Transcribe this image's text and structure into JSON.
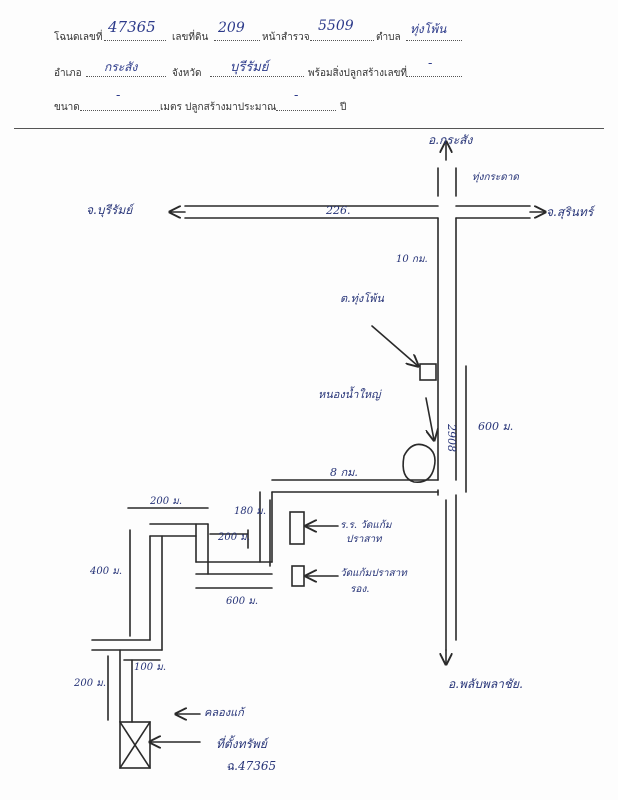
{
  "form": {
    "deed_no_label": "โฉนดเลขที่",
    "deed_no_value": "47365",
    "land_no_label": "เลขที่ดิน",
    "land_no_value": "209",
    "survey_page_label": "หน้าสำรวจ",
    "survey_page_value": "5509",
    "subdistrict_label": "ตำบล",
    "subdistrict_value": "ทุ่งโพ้น",
    "district_label": "อำเภอ",
    "district_value": "กระสัง",
    "province_label": "จังหวัด",
    "province_value": "บุรีรัมย์",
    "building_label": "พร้อมสิ่งปลูกสร้างเลขที่",
    "building_value": "-",
    "size_label": "ขนาด",
    "size_value": "-",
    "meter_label": "เมตร ปลูกสร้างมาประมาณ",
    "years_value": "-",
    "year_label": "ปี"
  },
  "map": {
    "north_label": "อ.กระสัง",
    "junction_label": "ทุ่งกระดาด",
    "east_label": "จ.สุรินทร์",
    "west_label": "จ.บุรีรัมย์",
    "highway_label": "226.",
    "dist_10km": "10 กม.",
    "landmark_1": "ต.ทุ่งโพ้น",
    "landmark_2": "หนองน้ำใหญ่",
    "road_2908": "2908",
    "dist_600m_right": "600 ม.",
    "dist_8km": "8 กม.",
    "school_label": "ร.ร. วัดแก้ม",
    "school_label_2": "ปราสาท",
    "temple_label": "วัดแก้มปราสาท",
    "temple_label_2": "รอง.",
    "dist_200m_top": "200 ม.",
    "dist_180m": "180 ม.",
    "dist_200m_mid": "200 ม.",
    "dist_400m": "400 ม.",
    "dist_600m_bottom": "600 ม.",
    "dist_100m": "100 ม.",
    "dist_200m_left": "200 ม.",
    "canal_label": "คลองแก้",
    "south_label": "อ.พลับพลาชัย.",
    "property_label": "ที่ตั้งทรัพย์",
    "property_code": "ฉ.47365"
  }
}
